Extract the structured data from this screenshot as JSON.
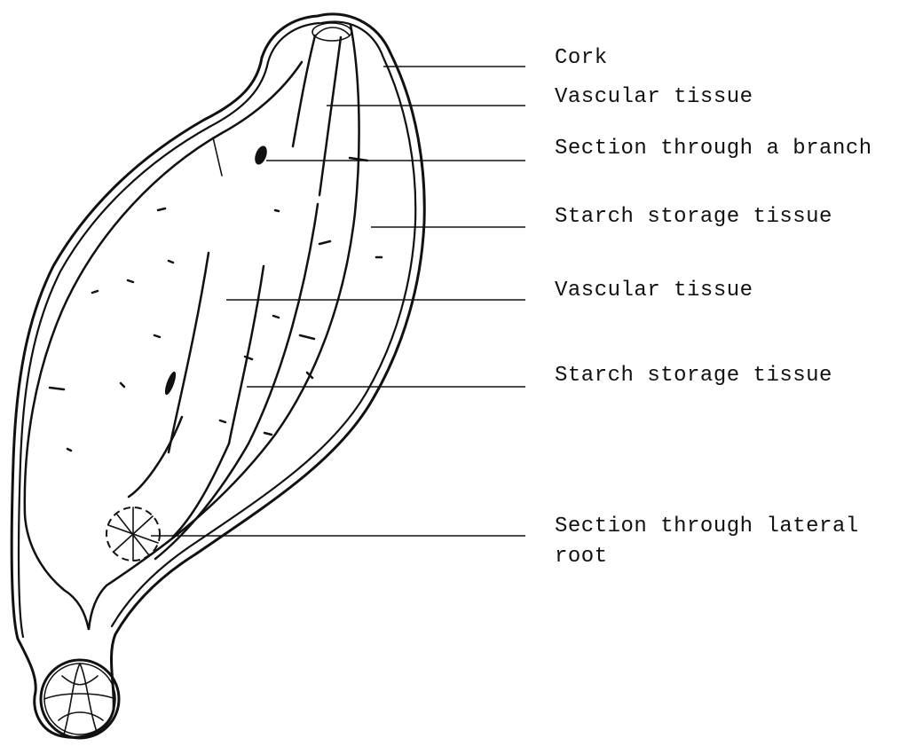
{
  "labels": {
    "cork": "Cork",
    "vascular_1": "Vascular tissue",
    "branch_section": "Section through a branch",
    "starch_1": "Starch storage tissue",
    "vascular_2": "Vascular tissue",
    "starch_2": "Starch storage tissue",
    "lateral_root_line1": "Section through lateral",
    "lateral_root_line2": "root"
  },
  "colors": {
    "ink": "#111111",
    "background": "#ffffff"
  }
}
